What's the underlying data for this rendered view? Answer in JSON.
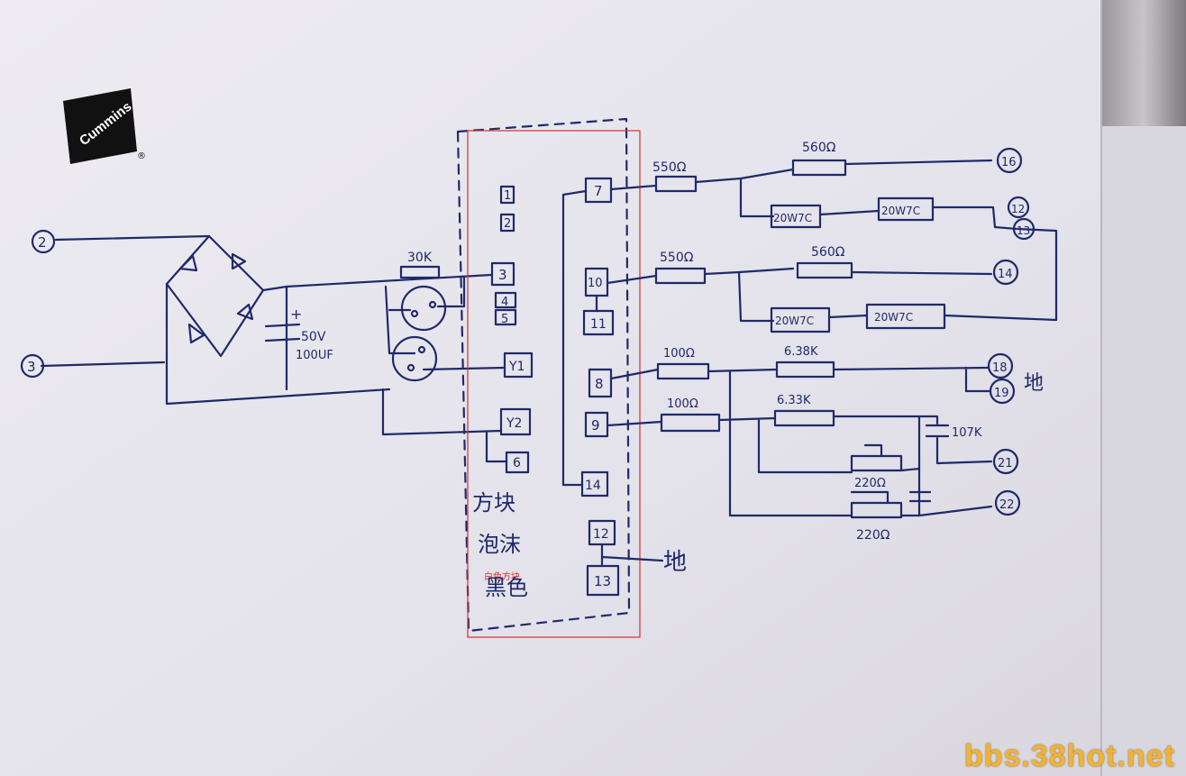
{
  "logo": {
    "brand": "Cummins",
    "registered": "®"
  },
  "terminals_left": {
    "t2": "2",
    "t3": "3"
  },
  "capacitor_main": {
    "voltage": "50V",
    "capacitance": "100UF",
    "polarity": "+"
  },
  "resistor_30k": "30K",
  "connector_labels": {
    "p1": "1",
    "p2": "2",
    "p3": "3",
    "p4": "4",
    "p5": "5",
    "y1": "Y1",
    "y2": "Y2",
    "p6": "6",
    "p7": "7",
    "p10": "10",
    "p11": "11",
    "p8": "8",
    "p9": "9",
    "p14": "14",
    "p12": "12",
    "p13": "13"
  },
  "handwritten_notes": {
    "line1": "方块",
    "line2": "泡沫",
    "line3": "黑色",
    "overlay": "白色方块"
  },
  "ground_label": "地",
  "ground_label_right": "地",
  "upper_branch_1": {
    "r_main": "550Ω",
    "r_top": "560Ω",
    "r_a": "20W7C",
    "r_b": "20W7C",
    "out_top": "16",
    "out_a": "12",
    "out_b": "13"
  },
  "upper_branch_2": {
    "r_main": "550Ω",
    "r_top": "560Ω",
    "r_a": "20W7C",
    "r_b": "20W7C",
    "out_top": "14"
  },
  "lower_branch_1": {
    "r_main": "100Ω",
    "r_b": "6.38K",
    "out_a": "18",
    "out_b": "19"
  },
  "lower_branch_2": {
    "r_main": "100Ω",
    "r_b": "6.33K",
    "cap": "107K",
    "pot_a": "220Ω",
    "pot_b": "220Ω",
    "out_a": "21",
    "out_b": "22"
  },
  "watermark": "bbs.38hot.net",
  "colors": {
    "ink": "#1e2a6a",
    "paper": "#e6e4ec",
    "highlight_box": "#d43030",
    "watermark": "#f2b233"
  }
}
